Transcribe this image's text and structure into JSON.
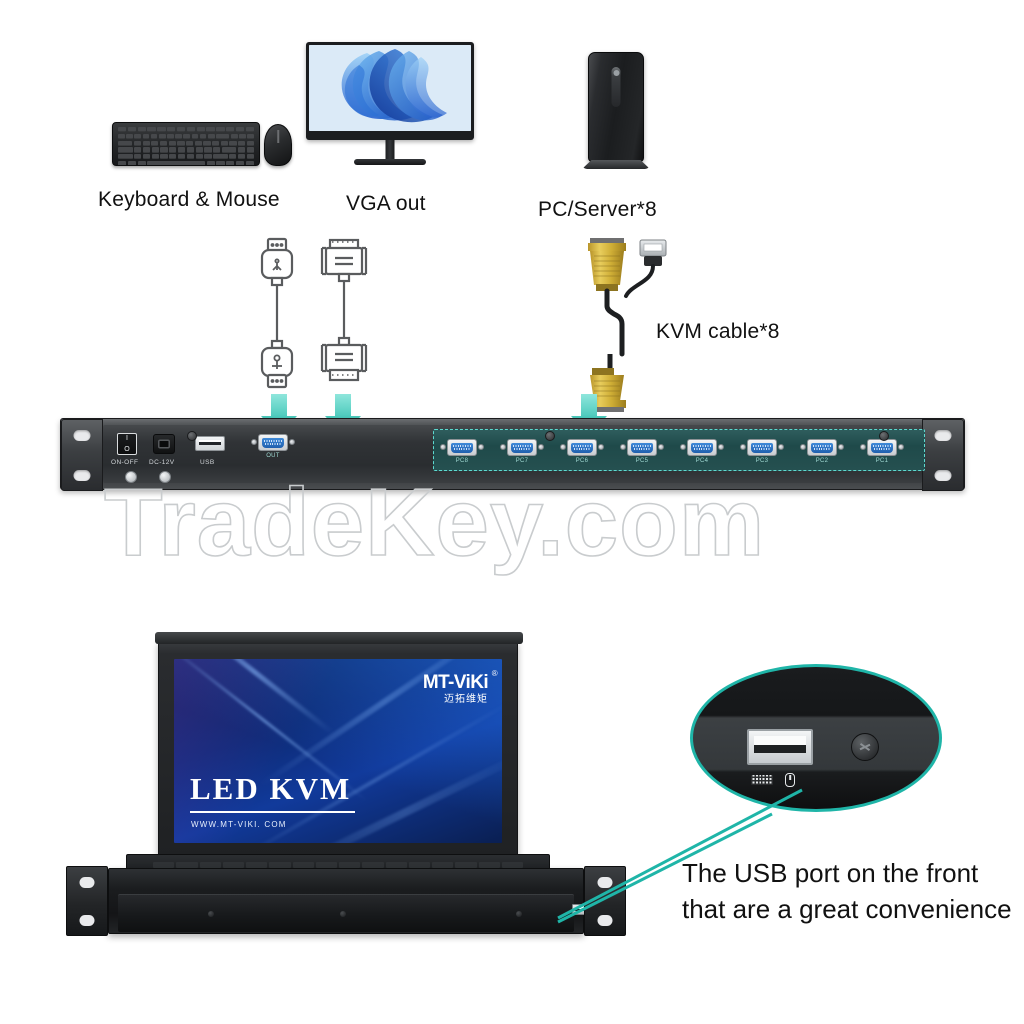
{
  "labels": {
    "keyboard_mouse": "Keyboard & Mouse",
    "vga_out": "VGA out",
    "pc_server": "PC/Server*8",
    "kvm_cable": "KVM cable*8"
  },
  "rear_panel": {
    "power_switch_label": "ON-OFF",
    "dc_jack_label": "DC-12V",
    "usb_label": "USB",
    "vga_out_label": "OUT",
    "port_labels": [
      "PC8",
      "PC7",
      "PC6",
      "PC5",
      "PC4",
      "PC3",
      "PC2",
      "PC1"
    ]
  },
  "screen": {
    "brand": "MT-ViKi",
    "brand_reg": "®",
    "brand_cn": "迈拓维矩",
    "title": "LED KVM",
    "url": "WWW.MT-VIKI. COM"
  },
  "callout": {
    "text": "The USB port on the front that are a great convenience"
  },
  "watermark": {
    "text": "TradeKey.com"
  },
  "colors": {
    "accent_teal": "#1fb5a8",
    "arrow_teal": "#2fc7b5",
    "port_bezel_blue": "#2f7fd0",
    "connector_yellow": "#d8b93f",
    "screen_blue": "#113a9b"
  }
}
